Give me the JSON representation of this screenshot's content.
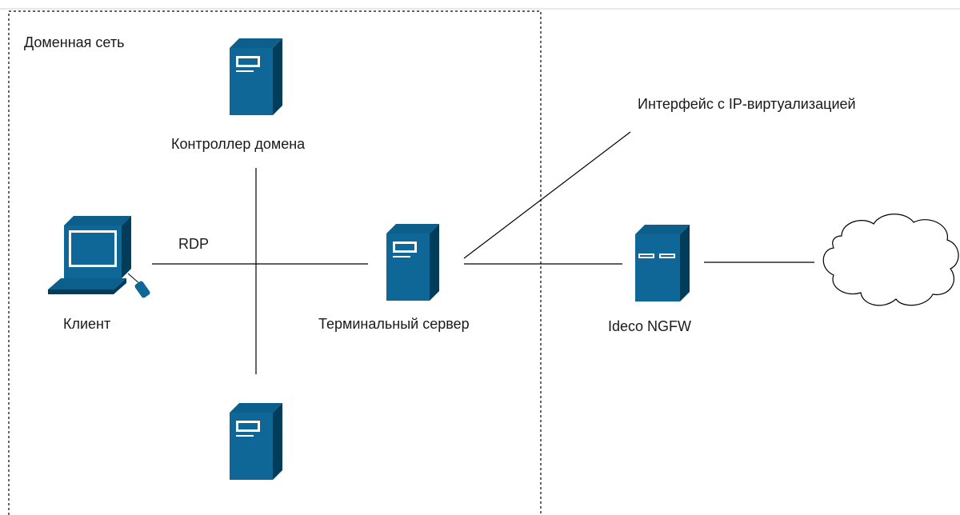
{
  "diagram": {
    "zone_label": "Доменная сеть",
    "nodes": {
      "domain_controller": "Контроллер домена",
      "client": "Клиент",
      "terminal_server": "Терминальный сервер",
      "firewall": "Ideco NGFW",
      "bottom_server": ""
    },
    "edge_labels": {
      "rdp": "RDP",
      "ip_interface": "Интерфейс с IP-виртуализацией"
    },
    "icons": {
      "domain_controller": "server-tower-icon",
      "client": "laptop-client-icon",
      "terminal_server": "server-tower-icon",
      "firewall": "firewall-appliance-icon",
      "internet": "cloud-icon",
      "bottom_server": "server-tower-icon"
    },
    "colors": {
      "icon_fill": "#005073",
      "icon_front": "#1b6fa1",
      "icon_detail": "#ffffff",
      "line": "#000000",
      "zone_border": "#000000"
    }
  }
}
